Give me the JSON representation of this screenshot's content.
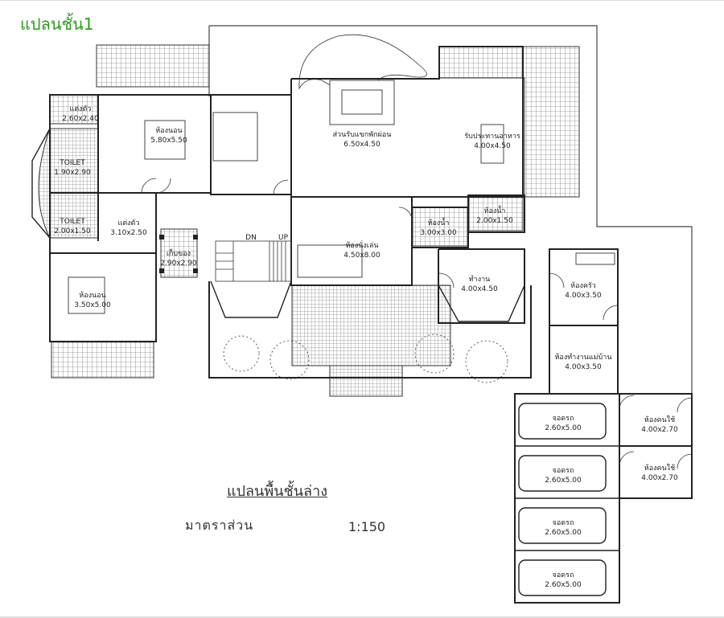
{
  "header": {
    "title": "แปลนชั้น1"
  },
  "caption": {
    "title": "แปลนพื้นชั้นล่าง",
    "scale_label": "มาตราส่วน",
    "scale_value": "1:150"
  },
  "rooms": [
    {
      "id": "dressing-1",
      "name": "แต่งตัว",
      "size": "2.60x2.40"
    },
    {
      "id": "bedroom-1",
      "name": "ห้องนอน",
      "size": "5.80x5.50"
    },
    {
      "id": "toilet-1",
      "name": "TOILET",
      "size": "1.90x2.90"
    },
    {
      "id": "toilet-2",
      "name": "TOILET",
      "size": "2.00x1.50"
    },
    {
      "id": "dressing-2",
      "name": "แต่งตัว",
      "size": "3.10x2.50"
    },
    {
      "id": "bedroom-2",
      "name": "ห้องนอน",
      "size": "3.50x5.00"
    },
    {
      "id": "family",
      "name": "ส่วนรับแขกพักผ่อน",
      "size": "6.50x4.50"
    },
    {
      "id": "dining",
      "name": "รับประทานอาหาร",
      "size": "4.00x4.50"
    },
    {
      "id": "storage",
      "name": "เก็บของ",
      "size": "2.90x2.90"
    },
    {
      "id": "toilet-3",
      "name": "ห้องน้ำ",
      "size": "3.00x3.00"
    },
    {
      "id": "toilet-4",
      "name": "ห้องน้ำ",
      "size": "2.00x1.50"
    },
    {
      "id": "living",
      "name": "ห้องนั่งเล่น",
      "size": "4.50x8.00"
    },
    {
      "id": "work",
      "name": "ทำงาน",
      "size": "4.00x4.50"
    },
    {
      "id": "kitchen",
      "name": "ห้องครัว",
      "size": "4.00x3.50"
    },
    {
      "id": "maid",
      "name": "ห้องทำงานแม่บ้าน",
      "size": "4.00x3.50"
    },
    {
      "id": "servant-1",
      "name": "ห้องคนใช้",
      "size": "4.00x2.70"
    },
    {
      "id": "servant-2",
      "name": "ห้องคนใช้",
      "size": "4.00x2.70"
    },
    {
      "id": "parking-1",
      "name": "จอดรถ",
      "size": "2.60x5.00"
    },
    {
      "id": "parking-2",
      "name": "จอดรถ",
      "size": "2.60x5.00"
    },
    {
      "id": "parking-3",
      "name": "จอดรถ",
      "size": "2.60x5.00"
    },
    {
      "id": "parking-4",
      "name": "จอดรถ",
      "size": "2.60x5.00"
    }
  ],
  "stair_labels": {
    "down": "DN",
    "up": "UP"
  }
}
